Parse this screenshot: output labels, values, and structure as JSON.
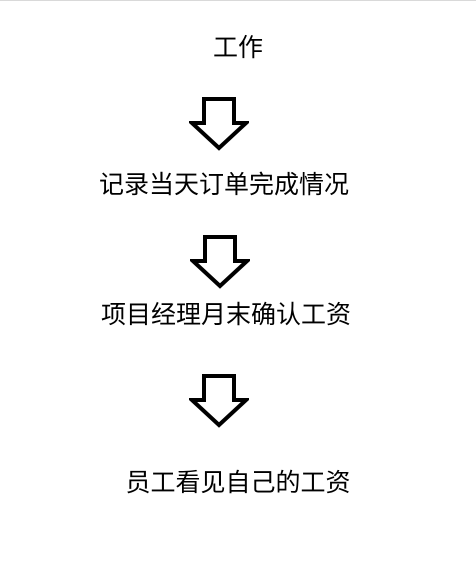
{
  "flow": {
    "steps": [
      {
        "label": "工作"
      },
      {
        "label": "记录当天订单完成情况"
      },
      {
        "label": "项目经理月末确认工资"
      },
      {
        "label": "员工看见自己的工资"
      }
    ],
    "arrow_icon": "down-arrow-outline-icon",
    "colors": {
      "text": "#000000",
      "arrow_stroke": "#000000",
      "background": "#ffffff"
    }
  }
}
